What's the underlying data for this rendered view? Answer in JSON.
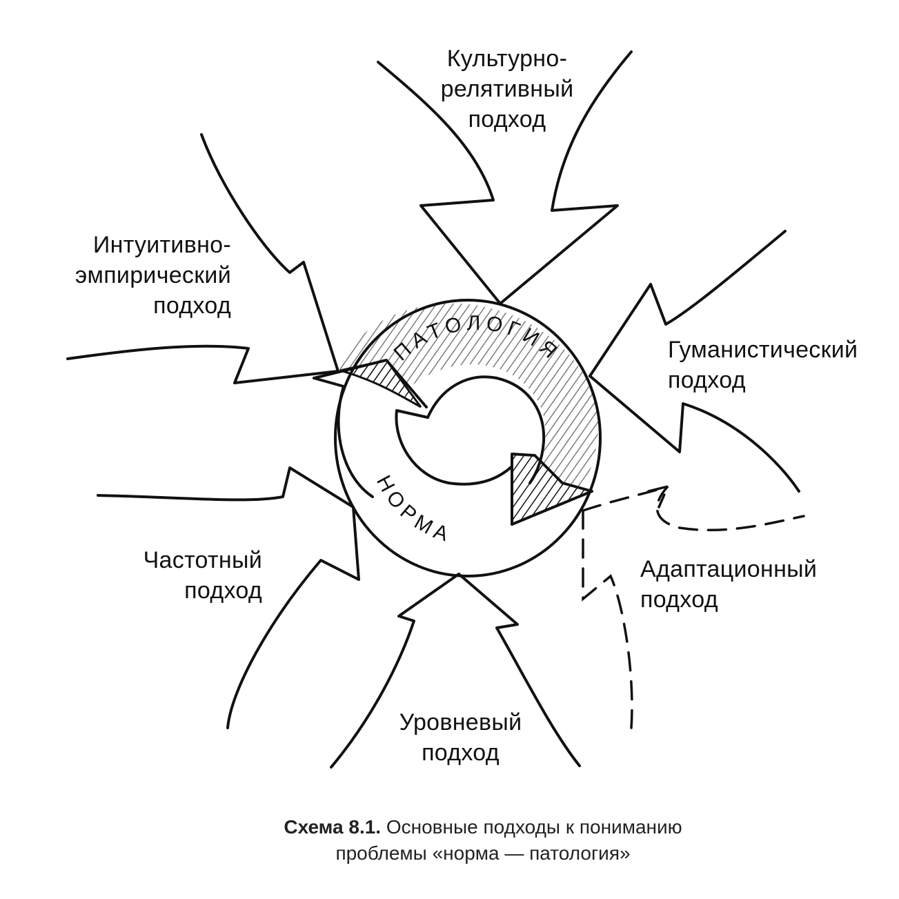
{
  "center": {
    "top_label": "ПАТОЛОГИЯ",
    "bottom_label": "НОРМА"
  },
  "approaches": {
    "cultural": [
      "Культурно-",
      "релятивный",
      "подход"
    ],
    "intuitive": [
      "Интуитивно-",
      "эмпирический",
      "подход"
    ],
    "humanistic": [
      "Гуманистический",
      "подход"
    ],
    "frequency": [
      "Частотный",
      "подход"
    ],
    "adaptation": [
      "Адаптационный",
      "подход"
    ],
    "level": [
      "Уровневый",
      "подход"
    ]
  },
  "caption": {
    "label": "Схема 8.1.",
    "line1": "Основные подходы к пониманию",
    "line2": "проблемы «норма — патология»"
  }
}
